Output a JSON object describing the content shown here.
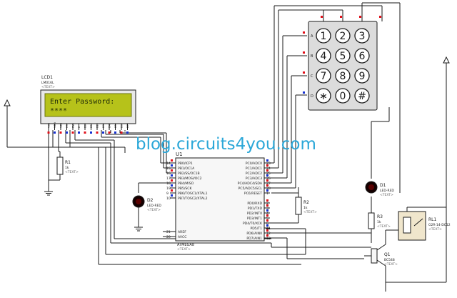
{
  "watermark": "blog.circuits4you.com",
  "colors": {
    "background": "#ffffff",
    "wire": "#1a1a1a",
    "watermark": "#2aa7d8",
    "lcd_screen": "#b6c21a",
    "keypad_body": "#dcdcdc",
    "pin_red": "#e0101a",
    "pin_blue": "#1530d0"
  },
  "lcd": {
    "ref": "LCD1",
    "model": "LM016L",
    "tag": "<TEXT>",
    "line1": "Enter Password:",
    "line2": "****",
    "pins": [
      "VSS",
      "VDD",
      "VEE",
      "RS",
      "RW",
      "E",
      "D0",
      "D1",
      "D2",
      "D3",
      "D4",
      "D5",
      "D6",
      "D7"
    ]
  },
  "keypad": {
    "keys": [
      "1",
      "2",
      "3",
      "4",
      "5",
      "6",
      "7",
      "8",
      "9",
      "∗",
      "0",
      "#"
    ],
    "rows": [
      "A",
      "B",
      "C",
      "D"
    ]
  },
  "mcu": {
    "ref": "U1",
    "part": "ATMEGA8",
    "tag": "<TEXT>",
    "left_pins": [
      {
        "num": "14",
        "name": "PB0/ICP1"
      },
      {
        "num": "15",
        "name": "PB1/OC1A"
      },
      {
        "num": "16",
        "name": "PB2/SS/OC1B"
      },
      {
        "num": "17",
        "name": "PB3/MOSI/OC2"
      },
      {
        "num": "18",
        "name": "PB4/MISO"
      },
      {
        "num": "19",
        "name": "PB5/SCK"
      },
      {
        "num": "9",
        "name": "PB6/TOSC1/XTAL1"
      },
      {
        "num": "10",
        "name": "PB7/TOSC2/XTAL2"
      },
      {
        "num": "21",
        "name": "AREF"
      },
      {
        "num": "20",
        "name": "AVCC"
      }
    ],
    "right_pins": [
      {
        "num": "23",
        "name": "PC0/ADC0"
      },
      {
        "num": "24",
        "name": "PC1/ADC1"
      },
      {
        "num": "25",
        "name": "PC2/ADC2"
      },
      {
        "num": "26",
        "name": "PC3/ADC3"
      },
      {
        "num": "27",
        "name": "PC4/ADC4/SDA"
      },
      {
        "num": "28",
        "name": "PC5/ADC5/SCL"
      },
      {
        "num": "1",
        "name": "PC6/RESET"
      },
      {
        "num": "2",
        "name": "PD0/RXD"
      },
      {
        "num": "3",
        "name": "PD1/TXD"
      },
      {
        "num": "4",
        "name": "PD2/INT0"
      },
      {
        "num": "5",
        "name": "PD3/INT1"
      },
      {
        "num": "6",
        "name": "PD4/T0/XCK"
      },
      {
        "num": "11",
        "name": "PD5/T1"
      },
      {
        "num": "12",
        "name": "PD6/AIN0"
      },
      {
        "num": "13",
        "name": "PD7/AIN1"
      }
    ]
  },
  "r1": {
    "ref": "R1",
    "value": "1k",
    "tag": "<TEXT>"
  },
  "r2": {
    "ref": "R2",
    "value": "1k",
    "tag": "<TEXT>"
  },
  "r3": {
    "ref": "R3",
    "value": "1k",
    "tag": "<TEXT>"
  },
  "d1": {
    "ref": "D1",
    "type": "LED-RED",
    "tag": "<TEXT>"
  },
  "d2": {
    "ref": "D2",
    "type": "LED-RED",
    "tag": "<TEXT>"
  },
  "q1": {
    "ref": "Q1",
    "part": "BC548",
    "tag": "<TEXT>"
  },
  "rl1": {
    "ref": "RL1",
    "part": "G2R-14-DC12",
    "tag": "<TEXT>"
  }
}
